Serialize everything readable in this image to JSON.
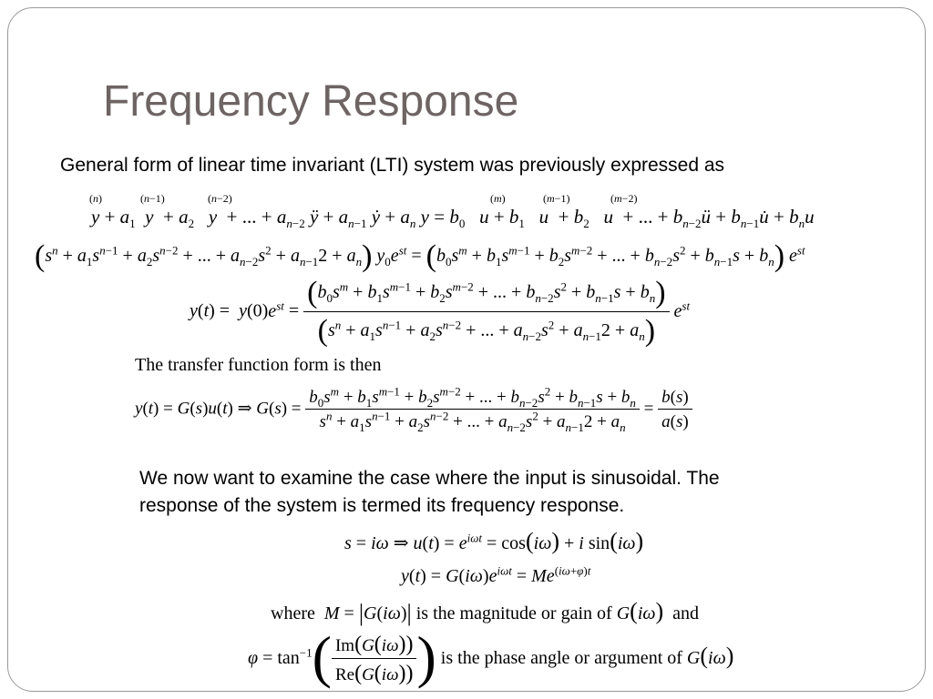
{
  "title": "Frequency Response",
  "intro_text": "General form of linear time invariant (LTI) system was previously expressed as",
  "transfer_text": "The transfer function form is then",
  "sinusoid_text_1": "We now want to examine the case where the input is sinusoidal. The",
  "sinusoid_text_2": "response of the system is termed its frequency response.",
  "where_word": "where",
  "magnitude_text": "is the magnitude or gain of",
  "and_word": "and",
  "phase_text": "is the phase angle or argument of"
}
